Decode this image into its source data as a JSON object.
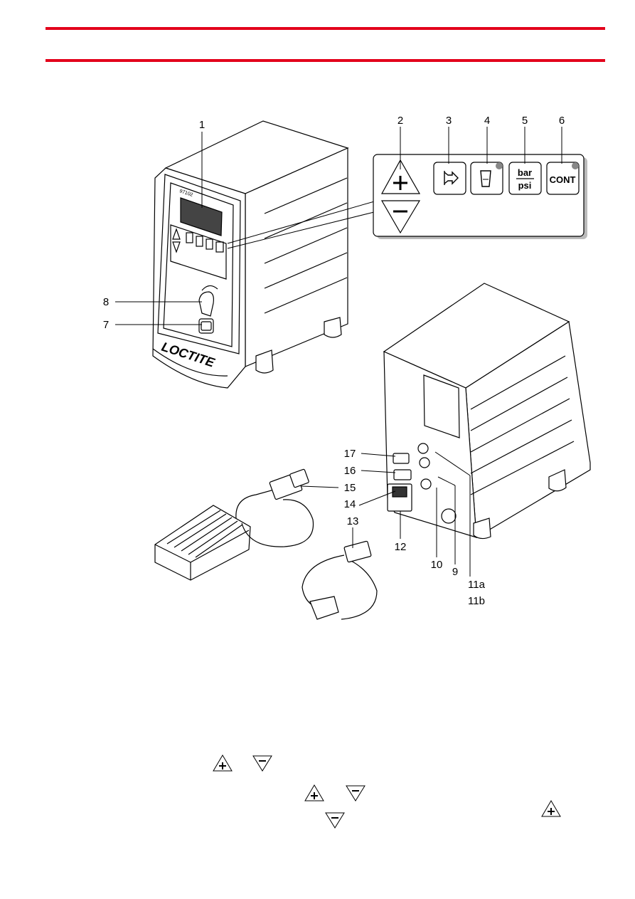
{
  "labels": {
    "n1": "1",
    "n2": "2",
    "n3": "3",
    "n4": "4",
    "n5": "5",
    "n6": "6",
    "n7": "7",
    "n8": "8",
    "n9": "9",
    "n10": "10",
    "n11a": "11a",
    "n11b": "11b",
    "n12": "12",
    "n13": "13",
    "n14": "14",
    "n15": "15",
    "n16": "16",
    "n17": "17"
  },
  "keypad": {
    "bar": "bar",
    "psi": "psi",
    "cont": "CONT"
  },
  "device": {
    "model": "97102",
    "brand": "LOCTITE"
  },
  "colors": {
    "rule": "#e3001b",
    "led": "#888888"
  },
  "icons": {
    "plus_key": "plus-triangle-icon",
    "minus_key": "minus-triangle-icon",
    "enter_key": "arrow-enter-icon",
    "reservoir_key": "reservoir-icon"
  }
}
